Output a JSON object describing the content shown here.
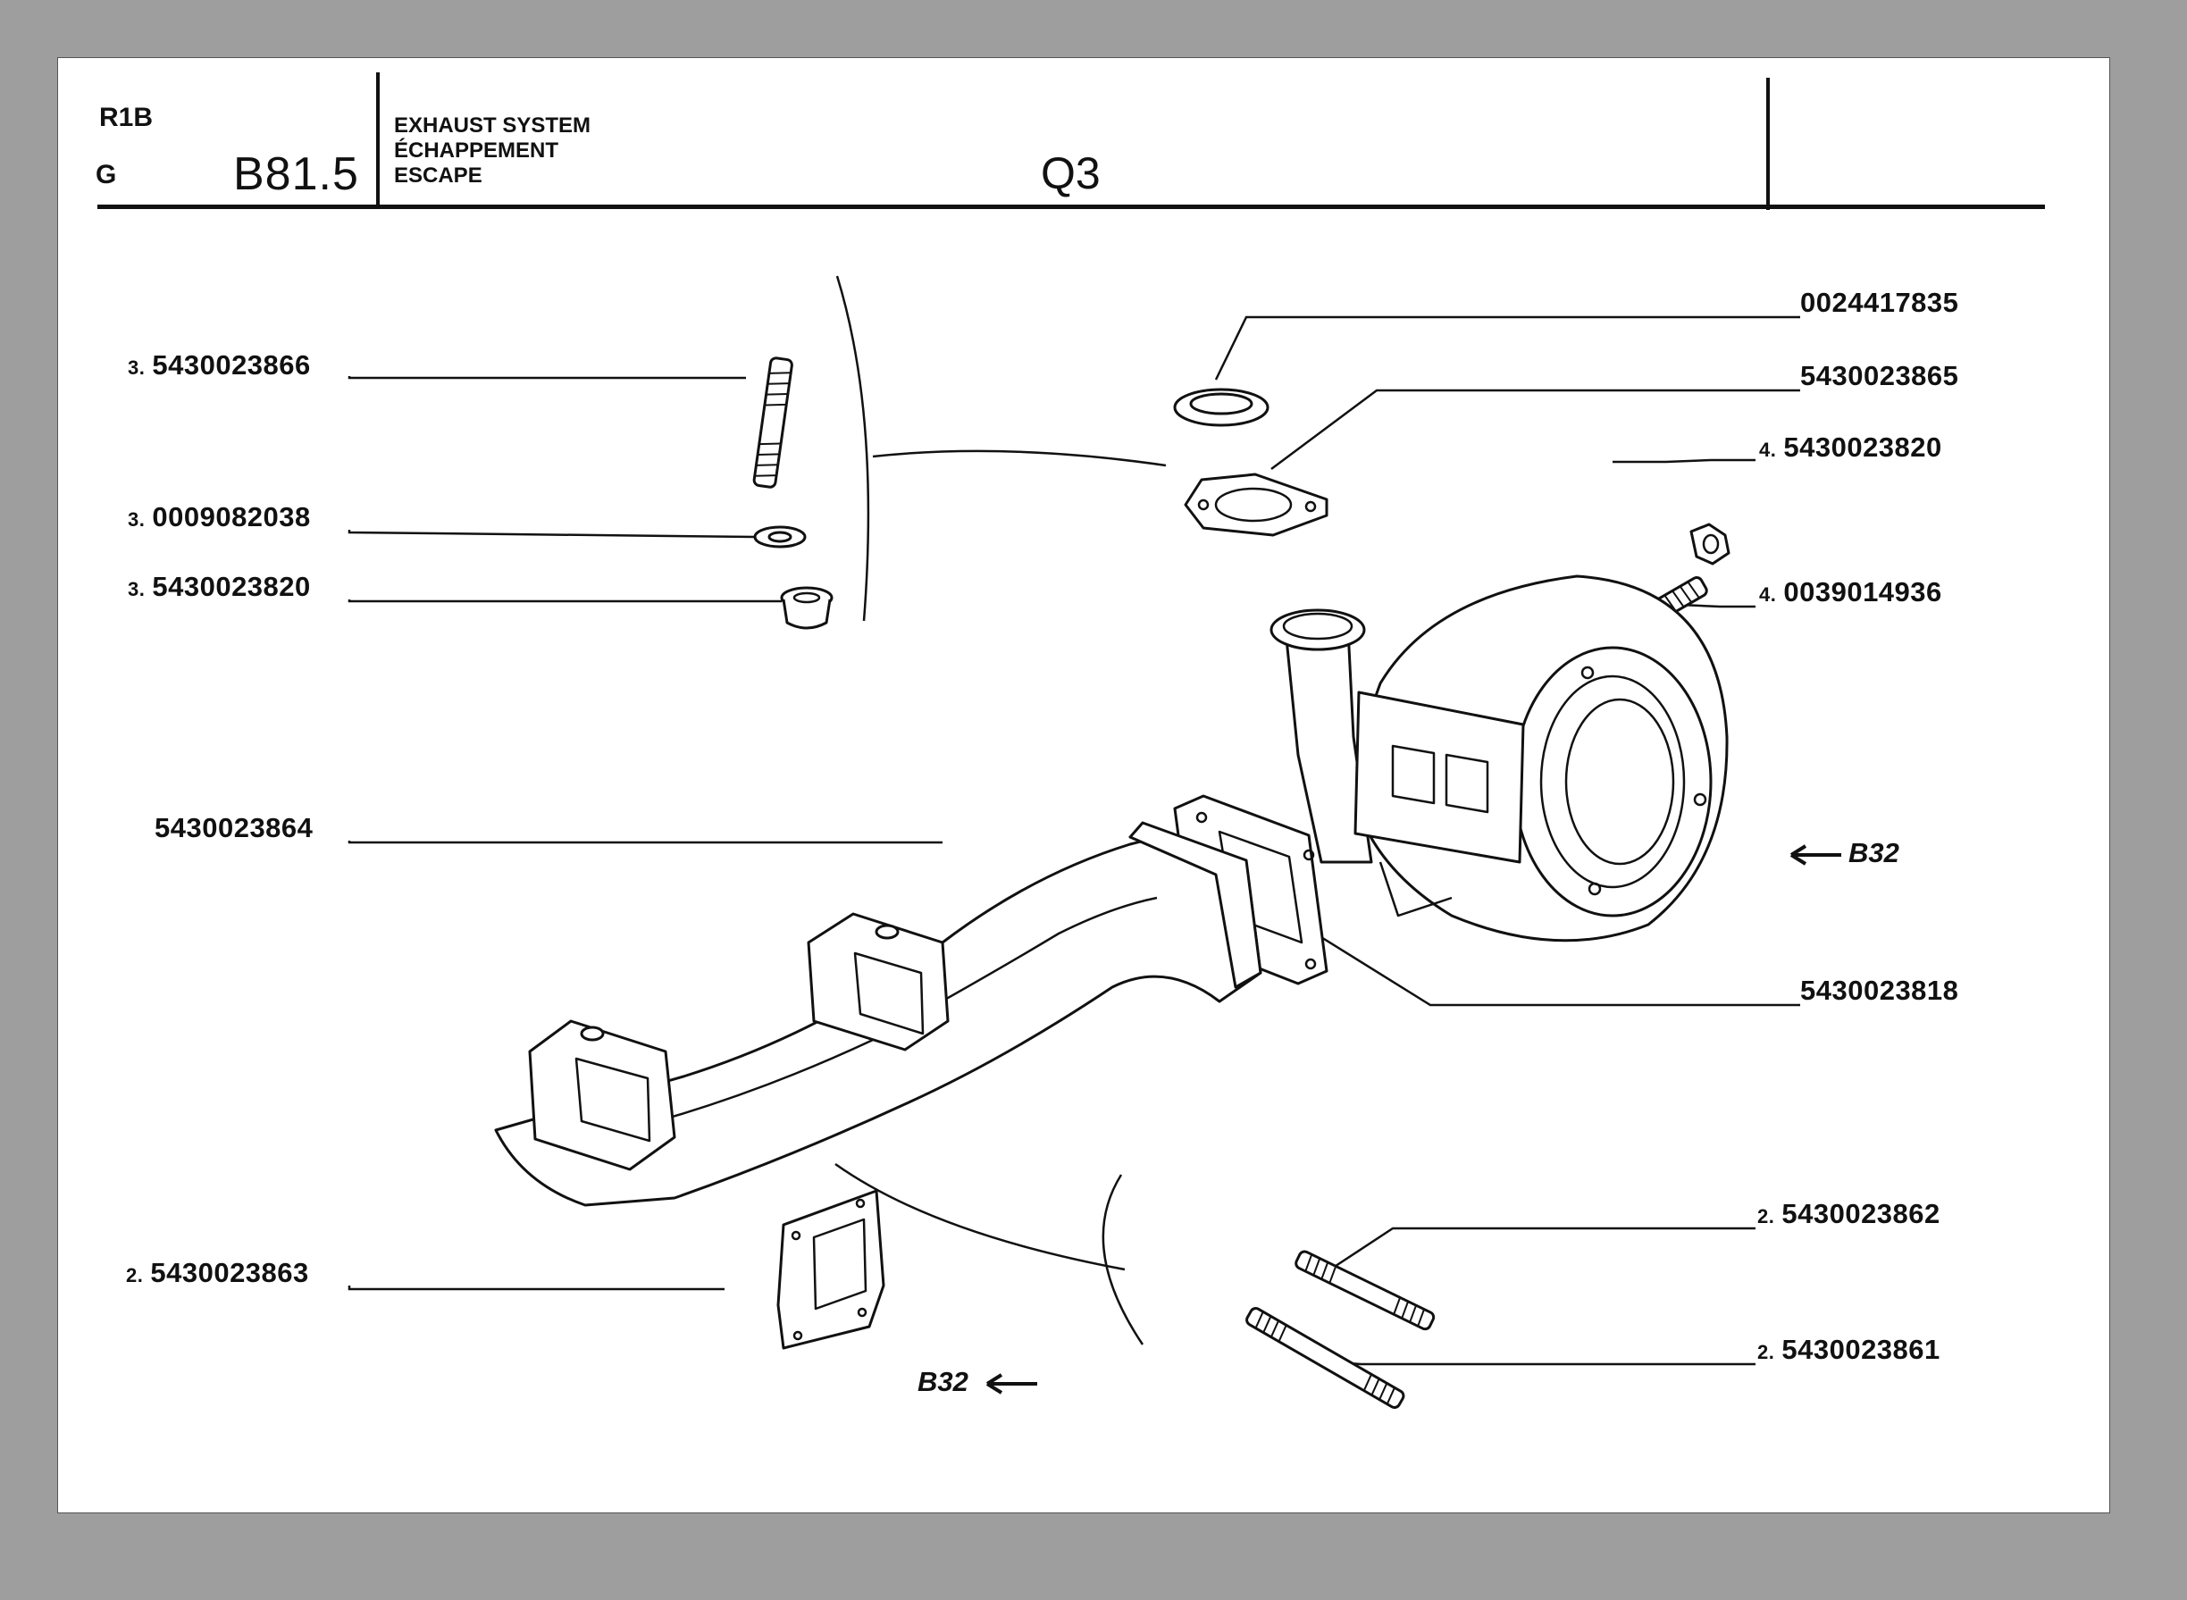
{
  "header": {
    "code_r1b": "R1B",
    "code_g": "G",
    "section": "B81.5",
    "title_lines": [
      "EXHAUST SYSTEM",
      "ÉCHAPPEMENT",
      "ESCAPE"
    ],
    "group": "Q3"
  },
  "parts_left": [
    {
      "qty": "3.",
      "number": "5430023866"
    },
    {
      "qty": "3.",
      "number": "0009082038"
    },
    {
      "qty": "3.",
      "number": "5430023820"
    },
    {
      "qty": "",
      "number": "5430023864"
    },
    {
      "qty": "2.",
      "number": "5430023863"
    }
  ],
  "parts_right": [
    {
      "qty": "",
      "number": "0024417835"
    },
    {
      "qty": "",
      "number": "5430023865"
    },
    {
      "qty": "4.",
      "number": "5430023820"
    },
    {
      "qty": "4.",
      "number": "0039014936"
    },
    {
      "qty": "",
      "number": "5430023818"
    },
    {
      "qty": "2.",
      "number": "5430023862"
    },
    {
      "qty": "2.",
      "number": "5430023861"
    }
  ],
  "references": {
    "right": "B32",
    "bottom": "B32"
  }
}
